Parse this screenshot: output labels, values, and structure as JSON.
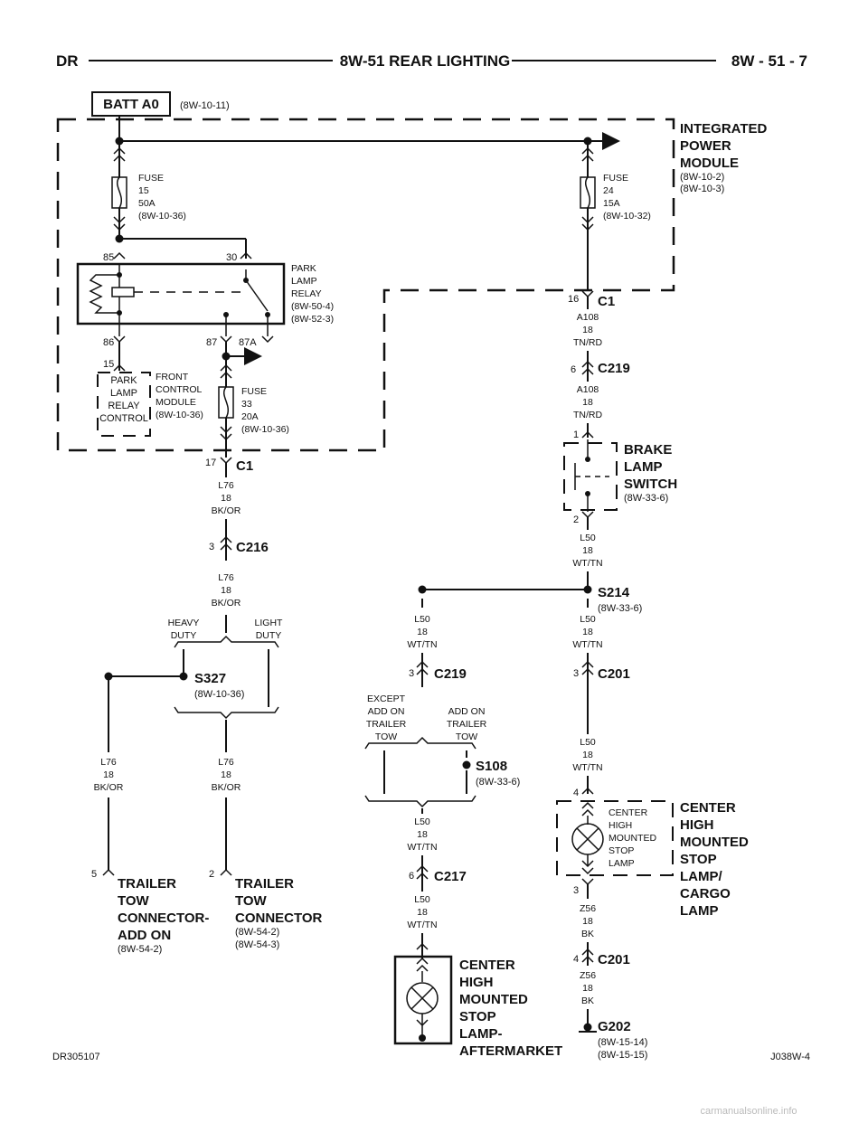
{
  "header": {
    "left": "DR",
    "title": "8W-51 REAR LIGHTING",
    "page": "8W - 51 - 7"
  },
  "batt": {
    "label": "BATT A0",
    "ref": "(8W-10-11)"
  },
  "ipm": {
    "lines": [
      "INTEGRATED",
      "POWER",
      "MODULE"
    ],
    "refs": [
      "(8W-10-2)",
      "(8W-10-3)"
    ]
  },
  "fuse15": {
    "lines": [
      "FUSE",
      "15",
      "50A",
      "(8W-10-36)"
    ]
  },
  "fuse24": {
    "lines": [
      "FUSE",
      "24",
      "15A",
      "(8W-10-32)"
    ]
  },
  "fuse33": {
    "lines": [
      "FUSE",
      "33",
      "20A",
      "(8W-10-36)"
    ]
  },
  "relay": {
    "lines": [
      "PARK",
      "LAMP",
      "RELAY",
      "(8W-50-4)",
      "(8W-52-3)"
    ],
    "pins": {
      "p85": "85",
      "p30": "30",
      "p86": "86",
      "p87": "87",
      "p87a": "87A"
    }
  },
  "fcm": {
    "pin": "15",
    "box": [
      "PARK",
      "LAMP",
      "RELAY",
      "CONTROL"
    ],
    "lines": [
      "FRONT",
      "CONTROL",
      "MODULE",
      "(8W-10-36)"
    ]
  },
  "c1_left": {
    "pin": "17",
    "name": "C1"
  },
  "c1_right": {
    "pin": "16",
    "name": "C1"
  },
  "wires": {
    "a108_1": [
      "A108",
      "18",
      "TN/RD"
    ],
    "a108_2": [
      "A108",
      "18",
      "TN/RD"
    ],
    "l76_1": [
      "L76",
      "18",
      "BK/OR"
    ],
    "l76_2": [
      "L76",
      "18",
      "BK/OR"
    ],
    "l76_3": [
      "L76",
      "18",
      "BK/OR"
    ],
    "l76_4": [
      "L76",
      "18",
      "BK/OR"
    ],
    "l50_1": [
      "L50",
      "18",
      "WT/TN"
    ],
    "l50_2": [
      "L50",
      "18",
      "WT/TN"
    ],
    "l50_3": [
      "L50",
      "18",
      "WT/TN"
    ],
    "l50_4": [
      "L50",
      "18",
      "WT/TN"
    ],
    "l50_5": [
      "L50",
      "18",
      "WT/TN"
    ],
    "l50_6": [
      "L50",
      "18",
      "WT/TN"
    ],
    "z56_1": [
      "Z56",
      "18",
      "BK"
    ],
    "z56_2": [
      "Z56",
      "18",
      "BK"
    ]
  },
  "c219_top": {
    "pin": "6",
    "name": "C219"
  },
  "brake_switch": {
    "pin1": "1",
    "pin2": "2",
    "lines": [
      "BRAKE",
      "LAMP",
      "SWITCH"
    ],
    "ref": "(8W-33-6)"
  },
  "c216": {
    "pin": "3",
    "name": "C216"
  },
  "duty": {
    "heavy": [
      "HEAVY",
      "DUTY"
    ],
    "light": [
      "LIGHT",
      "DUTY"
    ]
  },
  "s327": {
    "name": "S327",
    "ref": "(8W-10-36)"
  },
  "s214": {
    "name": "S214",
    "ref": "(8W-33-6)"
  },
  "c219_mid": {
    "pin": "3",
    "name": "C219"
  },
  "c201_top": {
    "pin": "3",
    "name": "C201"
  },
  "trailer_opts": {
    "except": [
      "EXCEPT",
      "ADD ON",
      "TRAILER",
      "TOW"
    ],
    "addon": [
      "ADD ON",
      "TRAILER",
      "TOW"
    ]
  },
  "s108": {
    "name": "S108",
    "ref": "(8W-33-6)"
  },
  "c217": {
    "pin": "6",
    "name": "C217"
  },
  "chmsl": {
    "pin4": "4",
    "pin3": "3",
    "inner": [
      "CENTER",
      "HIGH",
      "MOUNTED",
      "STOP",
      "LAMP"
    ],
    "outer": [
      "CENTER",
      "HIGH",
      "MOUNTED",
      "STOP",
      "LAMP/",
      "CARGO",
      "LAMP"
    ]
  },
  "c201_bot": {
    "pin": "4",
    "name": "C201"
  },
  "g202": {
    "name": "G202",
    "refs": [
      "(8W-15-14)",
      "(8W-15-15)"
    ]
  },
  "ttc_addon": {
    "pin": "5",
    "lines": [
      "TRAILER",
      "TOW",
      "CONNECTOR-",
      "ADD ON"
    ],
    "ref": "(8W-54-2)"
  },
  "ttc": {
    "pin": "2",
    "lines": [
      "TRAILER",
      "TOW",
      "CONNECTOR"
    ],
    "refs": [
      "(8W-54-2)",
      "(8W-54-3)"
    ]
  },
  "aftermarket": {
    "lines": [
      "CENTER",
      "HIGH",
      "MOUNTED",
      "STOP",
      "LAMP-",
      "AFTERMARKET"
    ]
  },
  "footer": {
    "left": "DR305107",
    "right": "J038W-4"
  },
  "watermark": "carmanualsonline.info"
}
